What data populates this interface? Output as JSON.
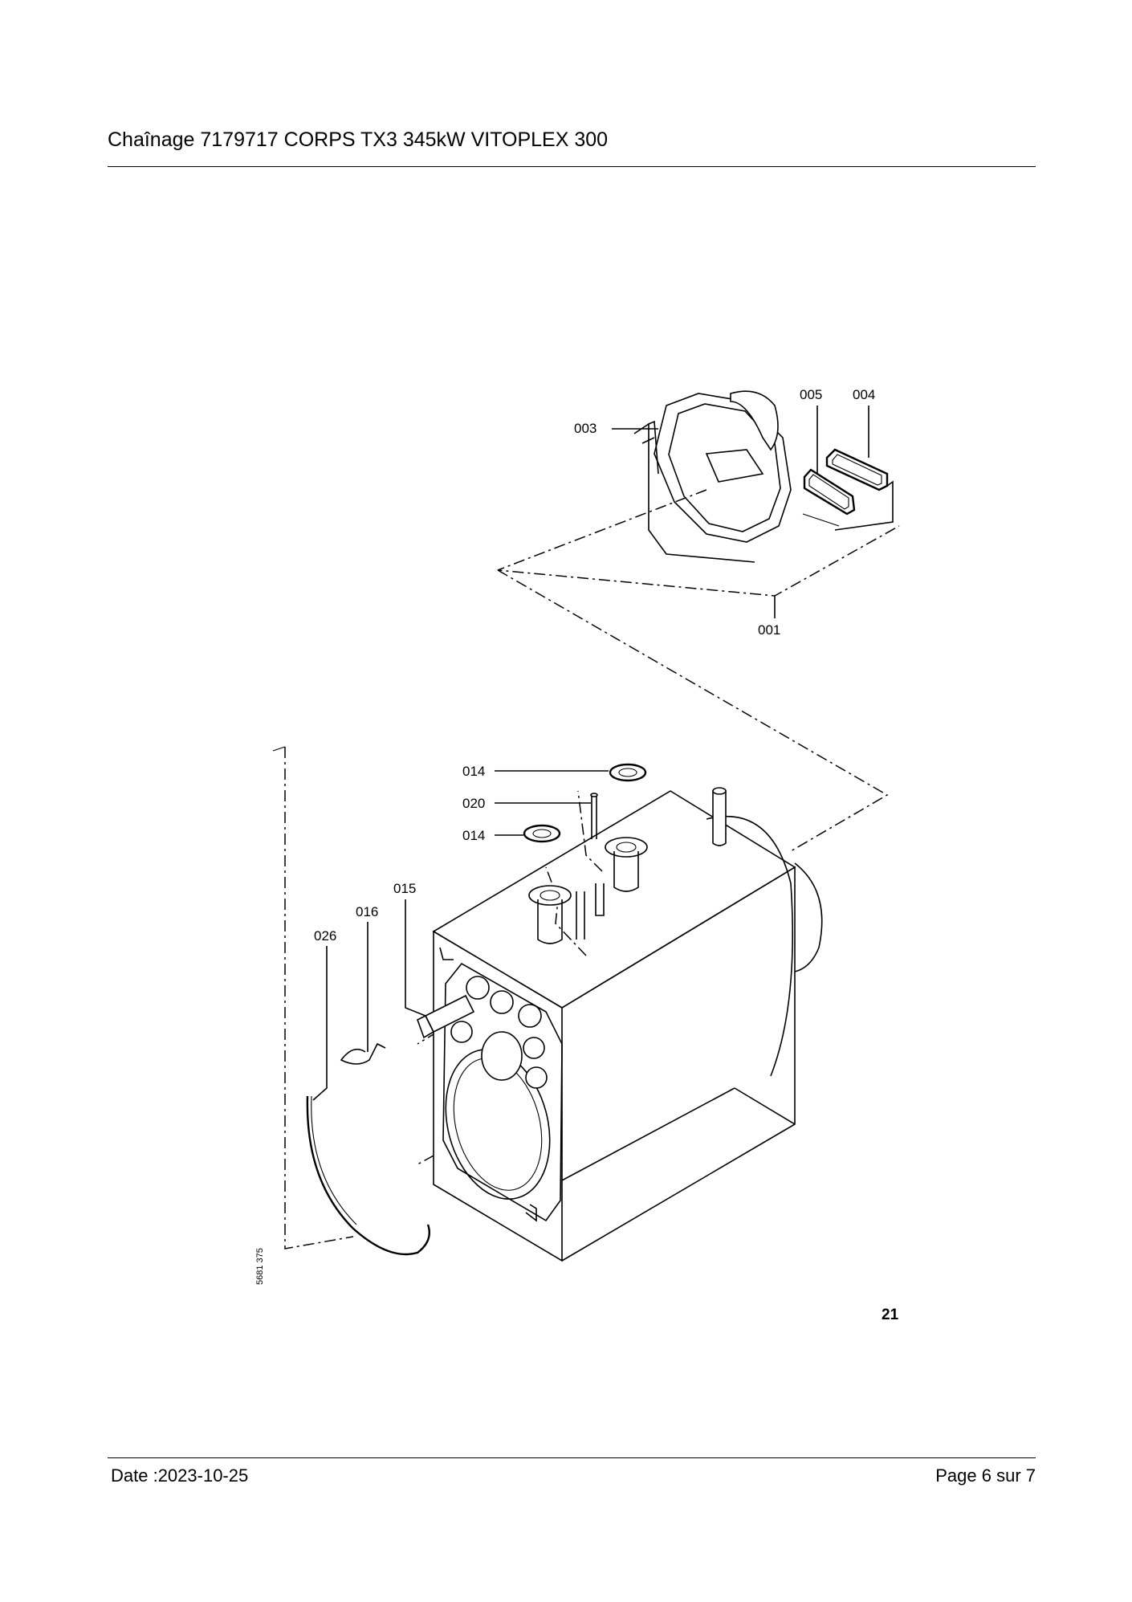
{
  "header": {
    "title": "Chaînage 7179717 CORPS TX3 345kW VITOPLEX 300"
  },
  "diagram": {
    "figure_number": "21",
    "reference_code": "5681 375",
    "part_labels": {
      "p001": "001",
      "p003": "003",
      "p004": "004",
      "p005": "005",
      "p014a": "014",
      "p014b": "014",
      "p015": "015",
      "p016": "016",
      "p020": "020",
      "p026": "026"
    }
  },
  "footer": {
    "date": "Date :2023-10-25",
    "page": "Page 6 sur  7"
  }
}
